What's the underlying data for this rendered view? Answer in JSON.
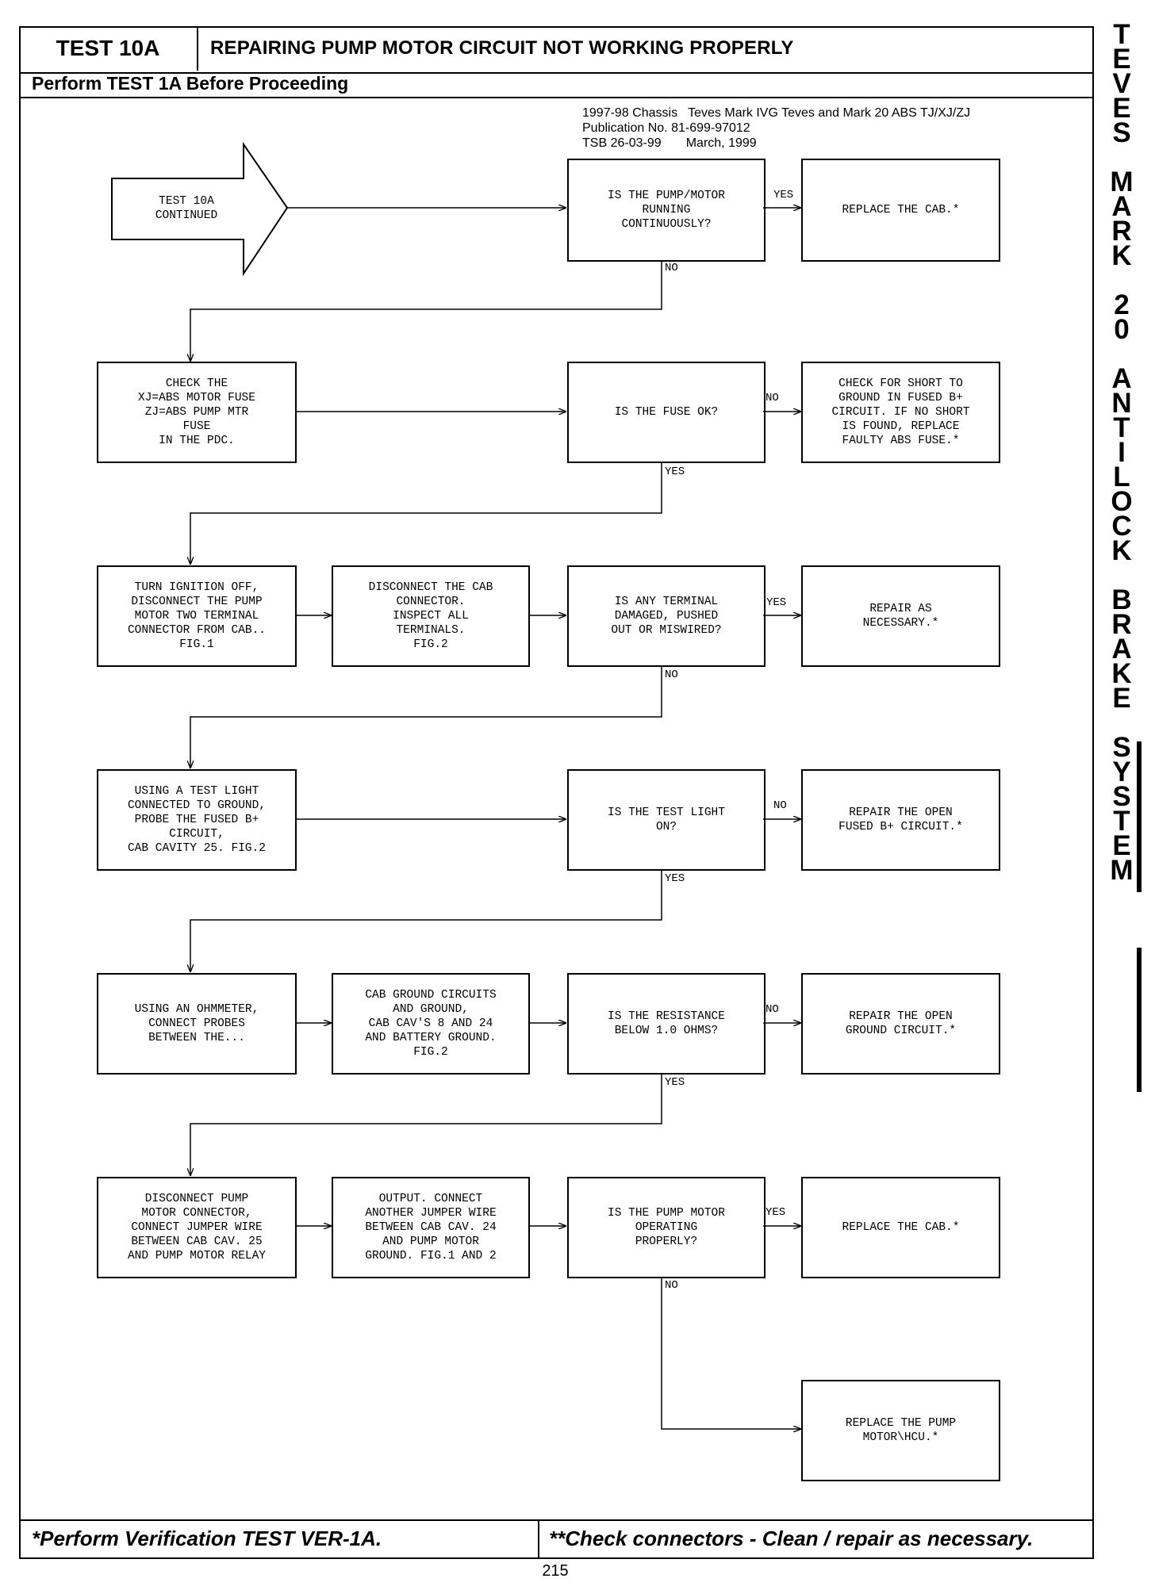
{
  "header": {
    "test_id": "TEST 10A",
    "title": "REPAIRING PUMP MOTOR CIRCUIT NOT WORKING PROPERLY",
    "subtitle": "Perform TEST 1A Before Proceeding"
  },
  "publication": {
    "line1": "1997-98 Chassis   Teves Mark IVG Teves and Mark 20 ABS TJ/XJ/ZJ",
    "line2": "Publication No. 81-699-97012",
    "line3": "TSB 26-03-99       March, 1999"
  },
  "boxes": {
    "start": "TEST 10A\nCONTINUED",
    "q_running": "IS THE PUMP/MOTOR\nRUNNING\nCONTINUOUSLY?",
    "a_replace_cab_1": "REPLACE THE CAB.*",
    "check_fuse": "CHECK THE\nXJ=ABS MOTOR FUSE\nZJ=ABS PUMP MTR\nFUSE\nIN THE PDC.",
    "q_fuse": "IS THE FUSE OK?",
    "a_short": "CHECK FOR SHORT TO\nGROUND IN FUSED B+\nCIRCUIT. IF NO SHORT\nIS FOUND, REPLACE\nFAULTY ABS FUSE.*",
    "ignition_off": "TURN IGNITION OFF,\nDISCONNECT THE PUMP\nMOTOR TWO TERMINAL\nCONNECTOR FROM CAB..\nFIG.1",
    "disconnect_cab": "DISCONNECT THE CAB\nCONNECTOR.\nINSPECT ALL\nTERMINALS.\nFIG.2",
    "q_terminal": "IS ANY TERMINAL\nDAMAGED, PUSHED\nOUT OR MISWIRED?",
    "a_repair": "REPAIR AS\nNECESSARY.*",
    "test_light": "USING A TEST LIGHT\nCONNECTED TO GROUND,\nPROBE THE FUSED B+\nCIRCUIT,\nCAB CAVITY 25. FIG.2",
    "q_light": "IS THE TEST LIGHT\nON?",
    "a_open_fused": "REPAIR THE OPEN\nFUSED B+ CIRCUIT.*",
    "ohmmeter": "USING AN OHMMETER,\nCONNECT PROBES\nBETWEEN THE...",
    "ground_circuits": "CAB GROUND CIRCUITS\nAND GROUND,\nCAB CAV'S 8 AND 24\nAND BATTERY GROUND.\nFIG.2",
    "q_resistance": "IS THE RESISTANCE\nBELOW 1.0 OHMS?",
    "a_open_ground": "REPAIR THE OPEN\nGROUND CIRCUIT.*",
    "disconnect_pump": "DISCONNECT PUMP\nMOTOR CONNECTOR,\nCONNECT JUMPER WIRE\nBETWEEN CAB CAV. 25\nAND PUMP MOTOR RELAY",
    "output_connect": "OUTPUT. CONNECT\nANOTHER JUMPER WIRE\nBETWEEN CAB CAV. 24\nAND PUMP MOTOR\nGROUND. FIG.1 AND 2",
    "q_operating": "IS THE PUMP MOTOR\nOPERATING\nPROPERLY?",
    "a_replace_cab_2": "REPLACE THE CAB.*",
    "a_replace_pump": "REPLACE THE PUMP\nMOTOR\\HCU.*"
  },
  "labels": {
    "yes": "YES",
    "no": "NO"
  },
  "sidebar": {
    "letters": [
      "T",
      "E",
      "V",
      "E",
      "S",
      "",
      "M",
      "A",
      "R",
      "K",
      "",
      "2",
      "0",
      "",
      "A",
      "N",
      "T",
      "I",
      "L",
      "O",
      "C",
      "K",
      "",
      "B",
      "R",
      "A",
      "K",
      "E",
      "",
      "S",
      "Y",
      "S",
      "T",
      "E",
      "M"
    ]
  },
  "footer": {
    "left": "*Perform Verification TEST VER-1A.",
    "right": "**Check connectors - Clean / repair as necessary."
  },
  "page_number": "215"
}
